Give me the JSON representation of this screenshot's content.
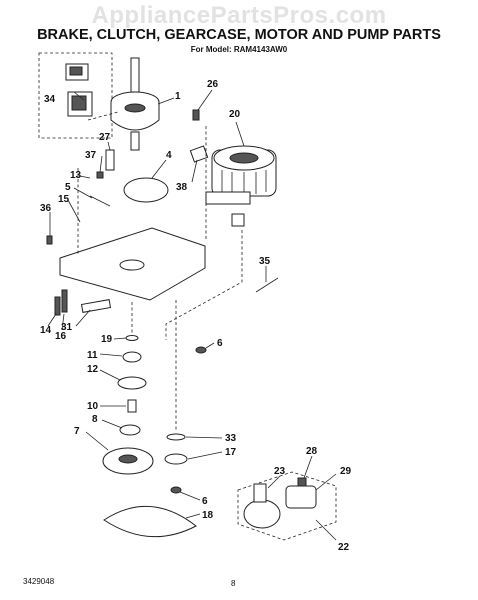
{
  "watermark": "AppliancePartsPros.com",
  "title": "BRAKE, CLUTCH, GEARCASE, MOTOR AND PUMP PARTS",
  "subtitle": "For Model: RAM4143AW0",
  "footer": {
    "doc_number": "3429048",
    "page_number": "8"
  },
  "callouts": {
    "c1": "1",
    "c4": "4",
    "c5": "5",
    "c6a": "6",
    "c6b": "6",
    "c7": "7",
    "c8": "8",
    "c10": "10",
    "c11": "11",
    "c12": "12",
    "c13": "13",
    "c14": "14",
    "c15": "15",
    "c16": "16",
    "c17": "17",
    "c18": "18",
    "c19": "19",
    "c20": "20",
    "c22": "22",
    "c23": "23",
    "c26": "26",
    "c27": "27",
    "c28": "28",
    "c29": "29",
    "c31": "31",
    "c33": "33",
    "c34": "34",
    "c35": "35",
    "c36": "36",
    "c37": "37",
    "c38": "38"
  }
}
